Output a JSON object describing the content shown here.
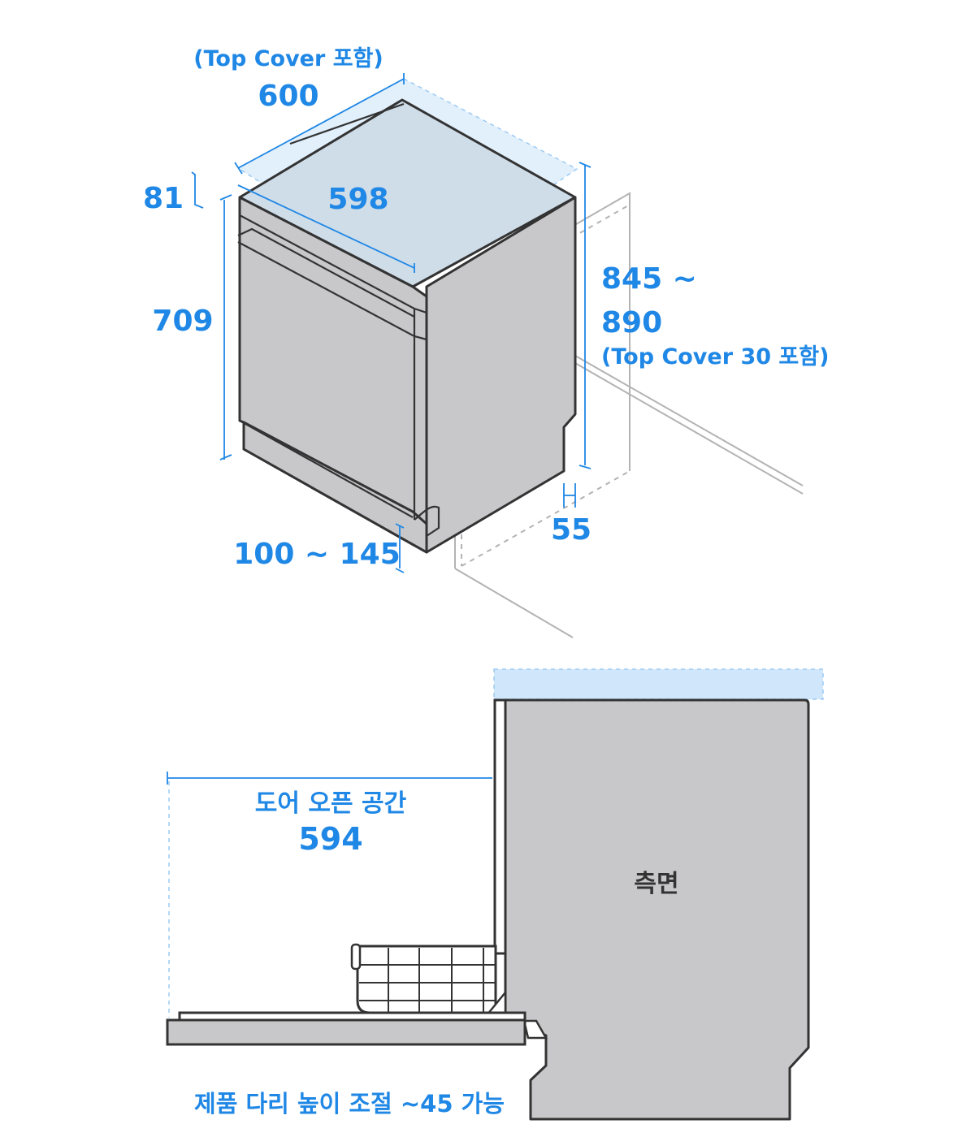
{
  "colors": {
    "accent": "#1f87e5",
    "body_gray": "#c8c8ca",
    "outline": "#333333",
    "highlight": "#cfe6fb",
    "wall": "#b3b3b3"
  },
  "iso": {
    "label_width_note": "(Top Cover 포함)",
    "label_width_top": "600",
    "label_width_body": "598",
    "label_top_height": "81",
    "label_body_height": "709",
    "label_total_height_1": "845 ~",
    "label_total_height_2": "890",
    "label_total_height_note": "(Top Cover 30 포함)",
    "label_gap": "55",
    "label_base_height": "100 ~ 145"
  },
  "side": {
    "label_door_space": "도어 오픈 공간",
    "label_door_value": "594",
    "label_side": "측면",
    "label_leg_note": "제품 다리 높이 조절 ~45 가능"
  }
}
